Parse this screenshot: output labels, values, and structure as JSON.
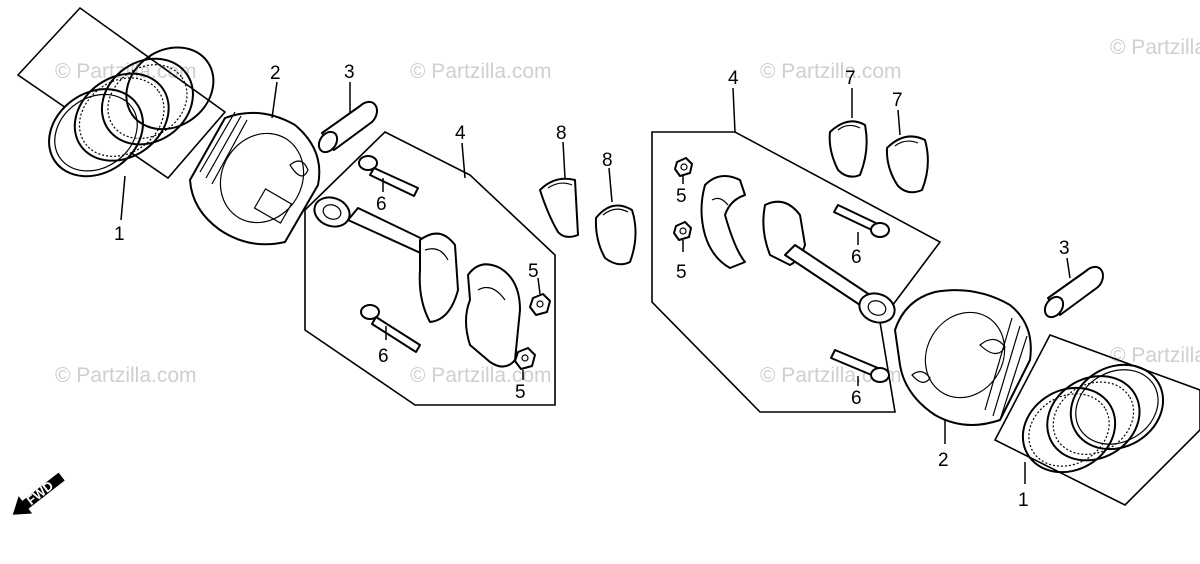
{
  "watermark": "© Partzilla.com",
  "direction_label": "FWD",
  "callouts": {
    "c1a": "1",
    "c2a": "2",
    "c3a": "3",
    "c4a": "4",
    "c5a": "5",
    "c5b": "5",
    "c6a": "6",
    "c6b": "6",
    "c8a": "8",
    "c8b": "8",
    "c4b": "4",
    "c5c": "5",
    "c5d": "5",
    "c6c": "6",
    "c6d": "6",
    "c7a": "7",
    "c7b": "7",
    "c3b": "3",
    "c2b": "2",
    "c1b": "1"
  }
}
